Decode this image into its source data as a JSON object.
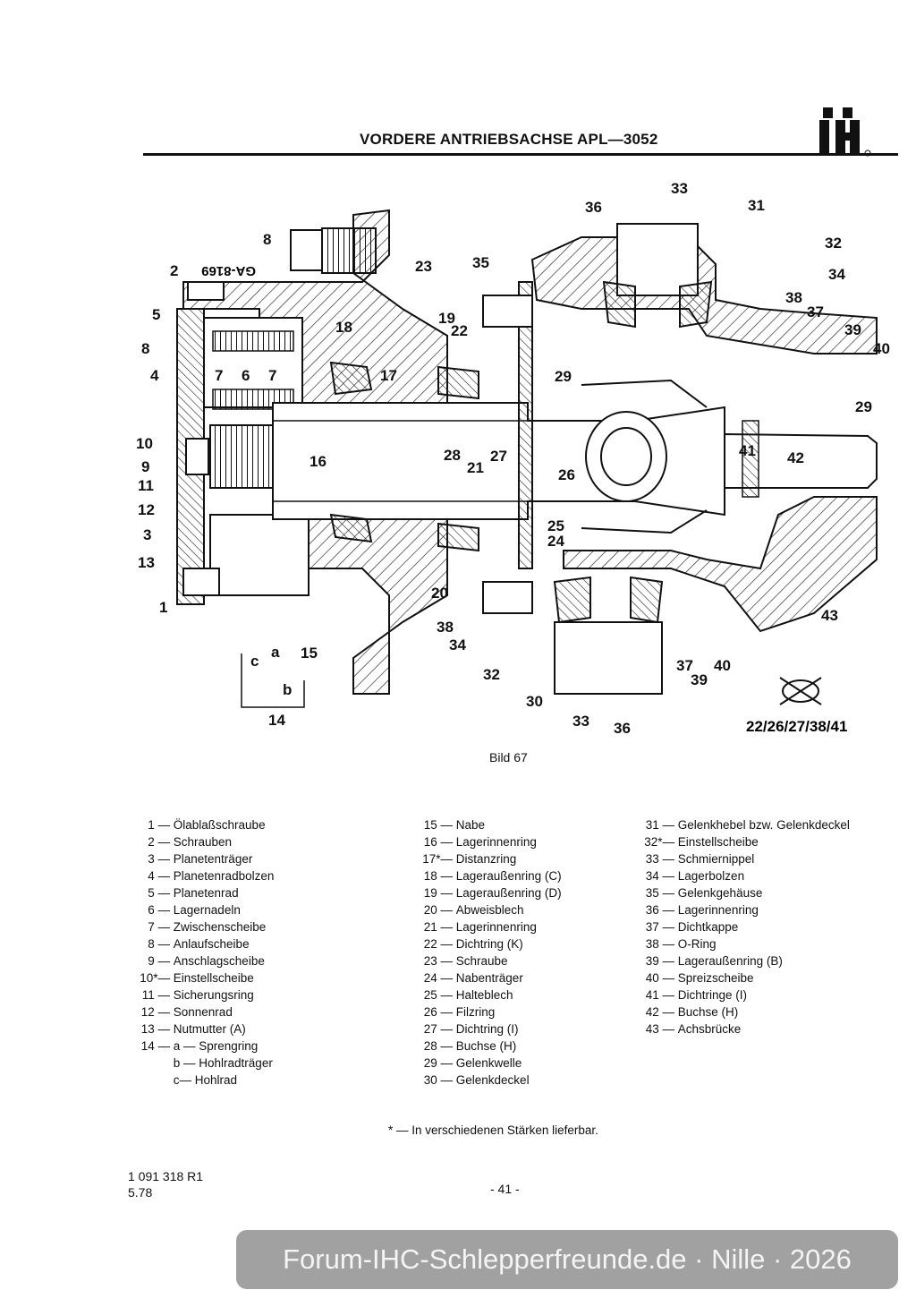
{
  "header": {
    "title": "VORDERE ANTRIEBSACHSE APL—3052",
    "logo_text": "IH"
  },
  "diagram": {
    "caption": "Bild 67",
    "stamp": "GA-8169",
    "code": "22/26/27/38/41",
    "callouts": [
      "1",
      "2",
      "3",
      "4",
      "5",
      "6",
      "7",
      "7",
      "8",
      "8",
      "9",
      "10",
      "11",
      "12",
      "13",
      "14",
      "15",
      "16",
      "17",
      "18",
      "19",
      "20",
      "21",
      "22",
      "23",
      "24",
      "25",
      "26",
      "27",
      "28",
      "29",
      "29",
      "30",
      "31",
      "32",
      "32",
      "33",
      "33",
      "34",
      "34",
      "35",
      "36",
      "36",
      "37",
      "37",
      "38",
      "38",
      "39",
      "39",
      "40",
      "40",
      "41",
      "42",
      "43",
      "a",
      "b",
      "c"
    ]
  },
  "legend": {
    "col1": [
      {
        "num": "1 —",
        "text": "Ölablaßschraube"
      },
      {
        "num": "2 —",
        "text": "Schrauben"
      },
      {
        "num": "3 —",
        "text": "Planetenträger"
      },
      {
        "num": "4 —",
        "text": "Planetenradbolzen"
      },
      {
        "num": "5 —",
        "text": "Planetenrad"
      },
      {
        "num": "6 —",
        "text": "Lagernadeln"
      },
      {
        "num": "7 —",
        "text": "Zwischenscheibe"
      },
      {
        "num": "8 —",
        "text": "Anlaufscheibe"
      },
      {
        "num": "9 —",
        "text": "Anschlagscheibe"
      },
      {
        "num": "10*—",
        "text": "Einstellscheibe"
      },
      {
        "num": "11 —",
        "text": "Sicherungsring"
      },
      {
        "num": "12 —",
        "text": "Sonnenrad"
      },
      {
        "num": "13 —",
        "text": "Nutmutter (A)"
      },
      {
        "num": "14 —",
        "text": "a — Sprengring"
      },
      {
        "num": "",
        "text": "b — Hohlradträger"
      },
      {
        "num": "",
        "text": "c— Hohlrad"
      }
    ],
    "col2": [
      {
        "num": "15 —",
        "text": "Nabe"
      },
      {
        "num": "16 —",
        "text": "Lagerinnenring"
      },
      {
        "num": "17*—",
        "text": "Distanzring"
      },
      {
        "num": "18 —",
        "text": "Lageraußenring (C)"
      },
      {
        "num": "19 —",
        "text": "Lageraußenring (D)"
      },
      {
        "num": "20 —",
        "text": "Abweisblech"
      },
      {
        "num": "21 —",
        "text": "Lagerinnenring"
      },
      {
        "num": "22 —",
        "text": "Dichtring (K)"
      },
      {
        "num": "23 —",
        "text": "Schraube"
      },
      {
        "num": "24 —",
        "text": "Nabenträger"
      },
      {
        "num": "25 —",
        "text": "Halteblech"
      },
      {
        "num": "26 —",
        "text": "Filzring"
      },
      {
        "num": "27 —",
        "text": "Dichtring (I)"
      },
      {
        "num": "28 —",
        "text": "Buchse (H)"
      },
      {
        "num": "29 —",
        "text": "Gelenkwelle"
      },
      {
        "num": "30 —",
        "text": "Gelenkdeckel"
      }
    ],
    "col3": [
      {
        "num": "31 —",
        "text": "Gelenkhebel bzw. Gelenkdeckel"
      },
      {
        "num": "32*—",
        "text": "Einstellscheibe"
      },
      {
        "num": "33 —",
        "text": "Schmiernippel"
      },
      {
        "num": "34 —",
        "text": "Lagerbolzen"
      },
      {
        "num": "35 —",
        "text": "Gelenkgehäuse"
      },
      {
        "num": "36 —",
        "text": "Lagerinnenring"
      },
      {
        "num": "37 —",
        "text": "Dichtkappe"
      },
      {
        "num": "38 —",
        "text": "O-Ring"
      },
      {
        "num": "39 —",
        "text": "Lageraußenring (B)"
      },
      {
        "num": "40 —",
        "text": "Spreizscheibe"
      },
      {
        "num": "41 —",
        "text": "Dichtringe (I)"
      },
      {
        "num": "42 —",
        "text": "Buchse (H)"
      },
      {
        "num": "43 —",
        "text": "Achsbrücke"
      }
    ]
  },
  "footnote": "* — In verschiedenen Stärken lieferbar.",
  "footer": {
    "doc_number": "1 091 318 R1",
    "date": "5.78",
    "page": "- 41 -"
  },
  "watermark": "Forum-IHC-Schlepperfreunde.de · Nille · 2026"
}
